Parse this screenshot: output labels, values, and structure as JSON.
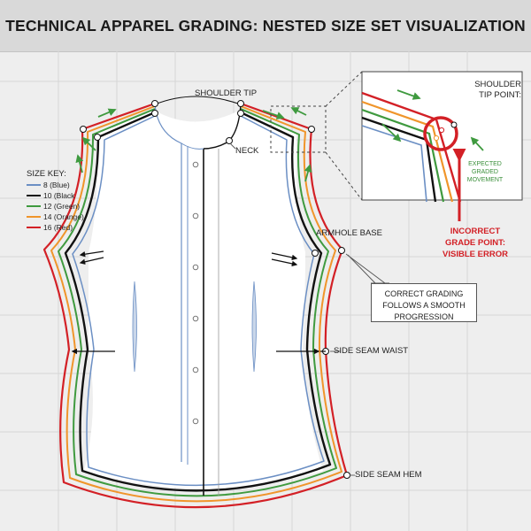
{
  "title": "TECHNICAL APPAREL GRADING: NESTED SIZE SET VISUALIZATION",
  "labels": {
    "shoulder_tip": "SHOULDER TIP",
    "neck": "NECK",
    "armhole_base": "ARMHOLE BASE",
    "side_seam_waist": "SIDE SEAM WAIST",
    "side_seam_hem": "SIDE SEAM HEM"
  },
  "size_key": {
    "title": "SIZE KEY:",
    "items": [
      {
        "label": "8 (Blue)",
        "color": "#6b8fc4"
      },
      {
        "label": "10 (Black",
        "color": "#111111"
      },
      {
        "label": "12 (Green)",
        "color": "#3f9a3f"
      },
      {
        "label": "14 (Orange)",
        "color": "#f0952b"
      },
      {
        "label": "16 (Red)",
        "color": "#d32026"
      }
    ]
  },
  "callout": "CORRECT GRADING\nFOLLOWS A SMOOTH\nPROGRESSION",
  "inset": {
    "title": "SHOULDER\nTIP POINT:",
    "expected": "EXPECTED\nGRADED\nMOVEMENT",
    "error": "INCORRECT\nGRADE POINT:\nVISIBLE ERROR"
  },
  "colors": {
    "arrow_green": "#3f9a3f",
    "error_red": "#d32026",
    "grid": "#d6d6d6"
  }
}
